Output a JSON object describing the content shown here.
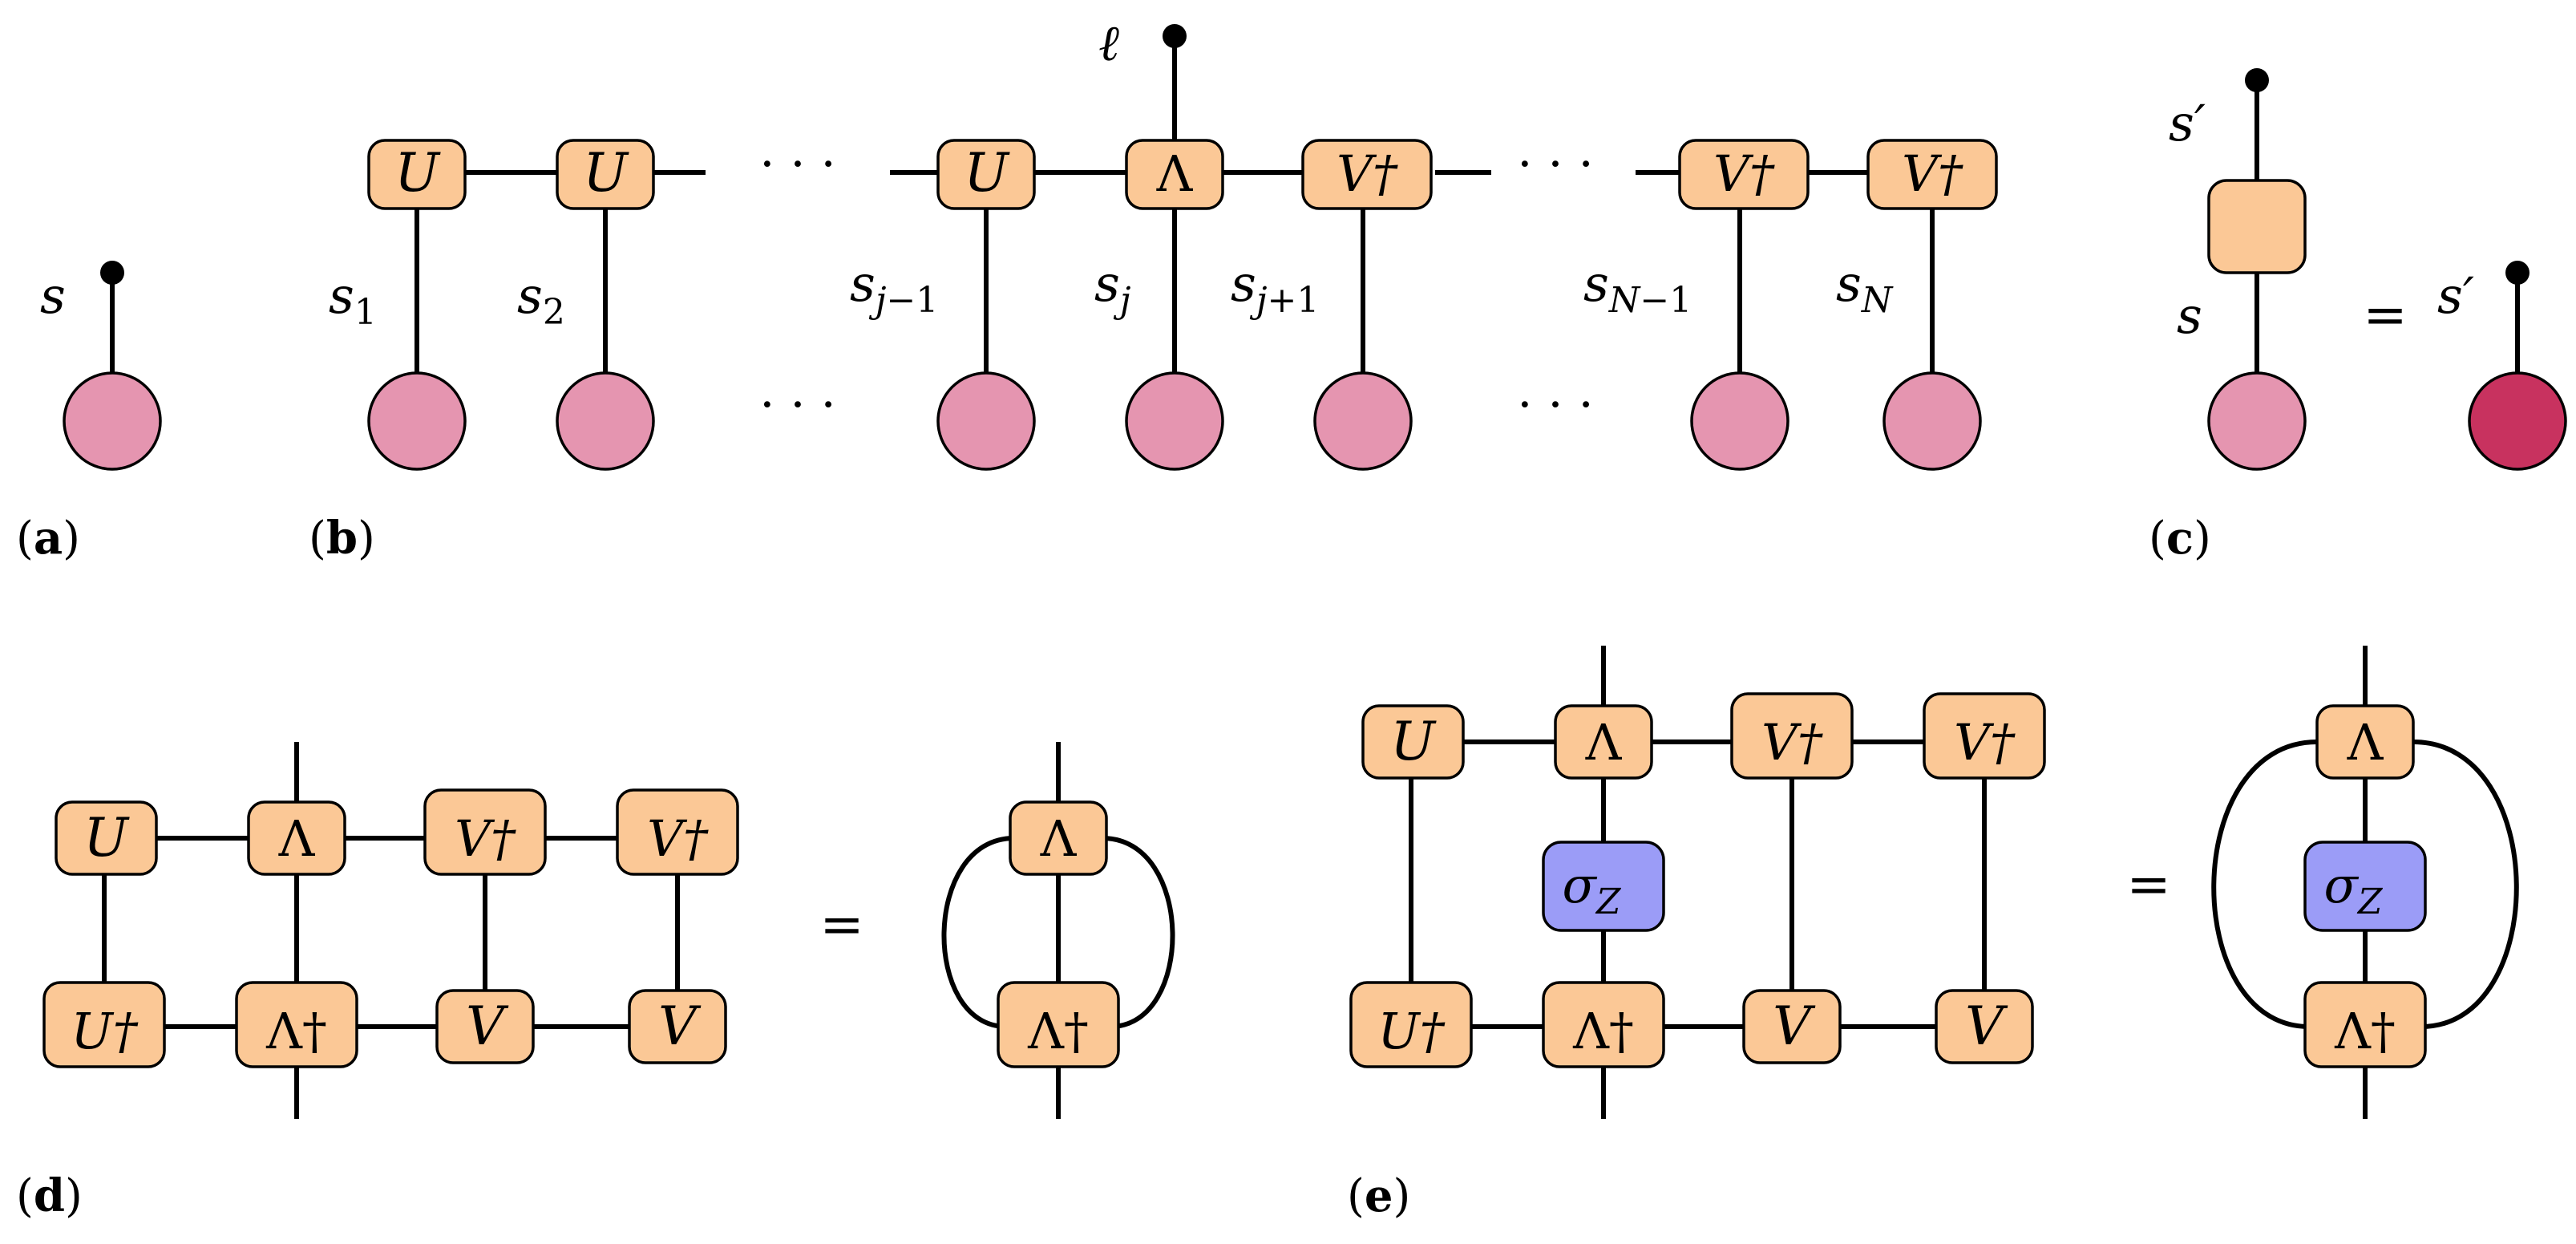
{
  "panels": [
    {
      "id": "a",
      "label": "(a)"
    },
    {
      "id": "b",
      "label": "(b)"
    },
    {
      "id": "c",
      "label": "(c)"
    },
    {
      "id": "d",
      "label": "(d)"
    },
    {
      "id": "e",
      "label": "(e)"
    }
  ],
  "panel_a": {
    "index": "s"
  },
  "panel_b": {
    "tensors": [
      "U",
      "U",
      "U",
      "Λ",
      "V†",
      "V†",
      "V†"
    ],
    "indices": [
      "s1",
      "s2",
      "sj−1",
      "sj",
      "sj+1",
      "sN−1",
      "sN"
    ],
    "open_index": "ℓ",
    "ellipsis": "· · ·"
  },
  "panel_c": {
    "lower_index": "s",
    "upper_index": "s′",
    "equals": "=",
    "result_index": "s′"
  },
  "panel_d": {
    "top_row": [
      "U",
      "Λ",
      "V†",
      "V†"
    ],
    "bottom_row": [
      "U†",
      "Λ†",
      "V",
      "V"
    ],
    "equals": "=",
    "result": [
      "Λ",
      "Λ†"
    ]
  },
  "panel_e": {
    "top_row": [
      "U",
      "Λ",
      "V†",
      "V†"
    ],
    "middle": "σZ",
    "bottom_row": [
      "U†",
      "Λ†",
      "V",
      "V"
    ],
    "equals": "=",
    "result": [
      "Λ",
      "σZ",
      "Λ†"
    ]
  },
  "colors": {
    "tensor_fill": "#fbc896",
    "operator_fill": "#9b9cf7",
    "site_fill": "#e595b0",
    "site_fill_dark": "#c8325f",
    "line": "#000000"
  }
}
